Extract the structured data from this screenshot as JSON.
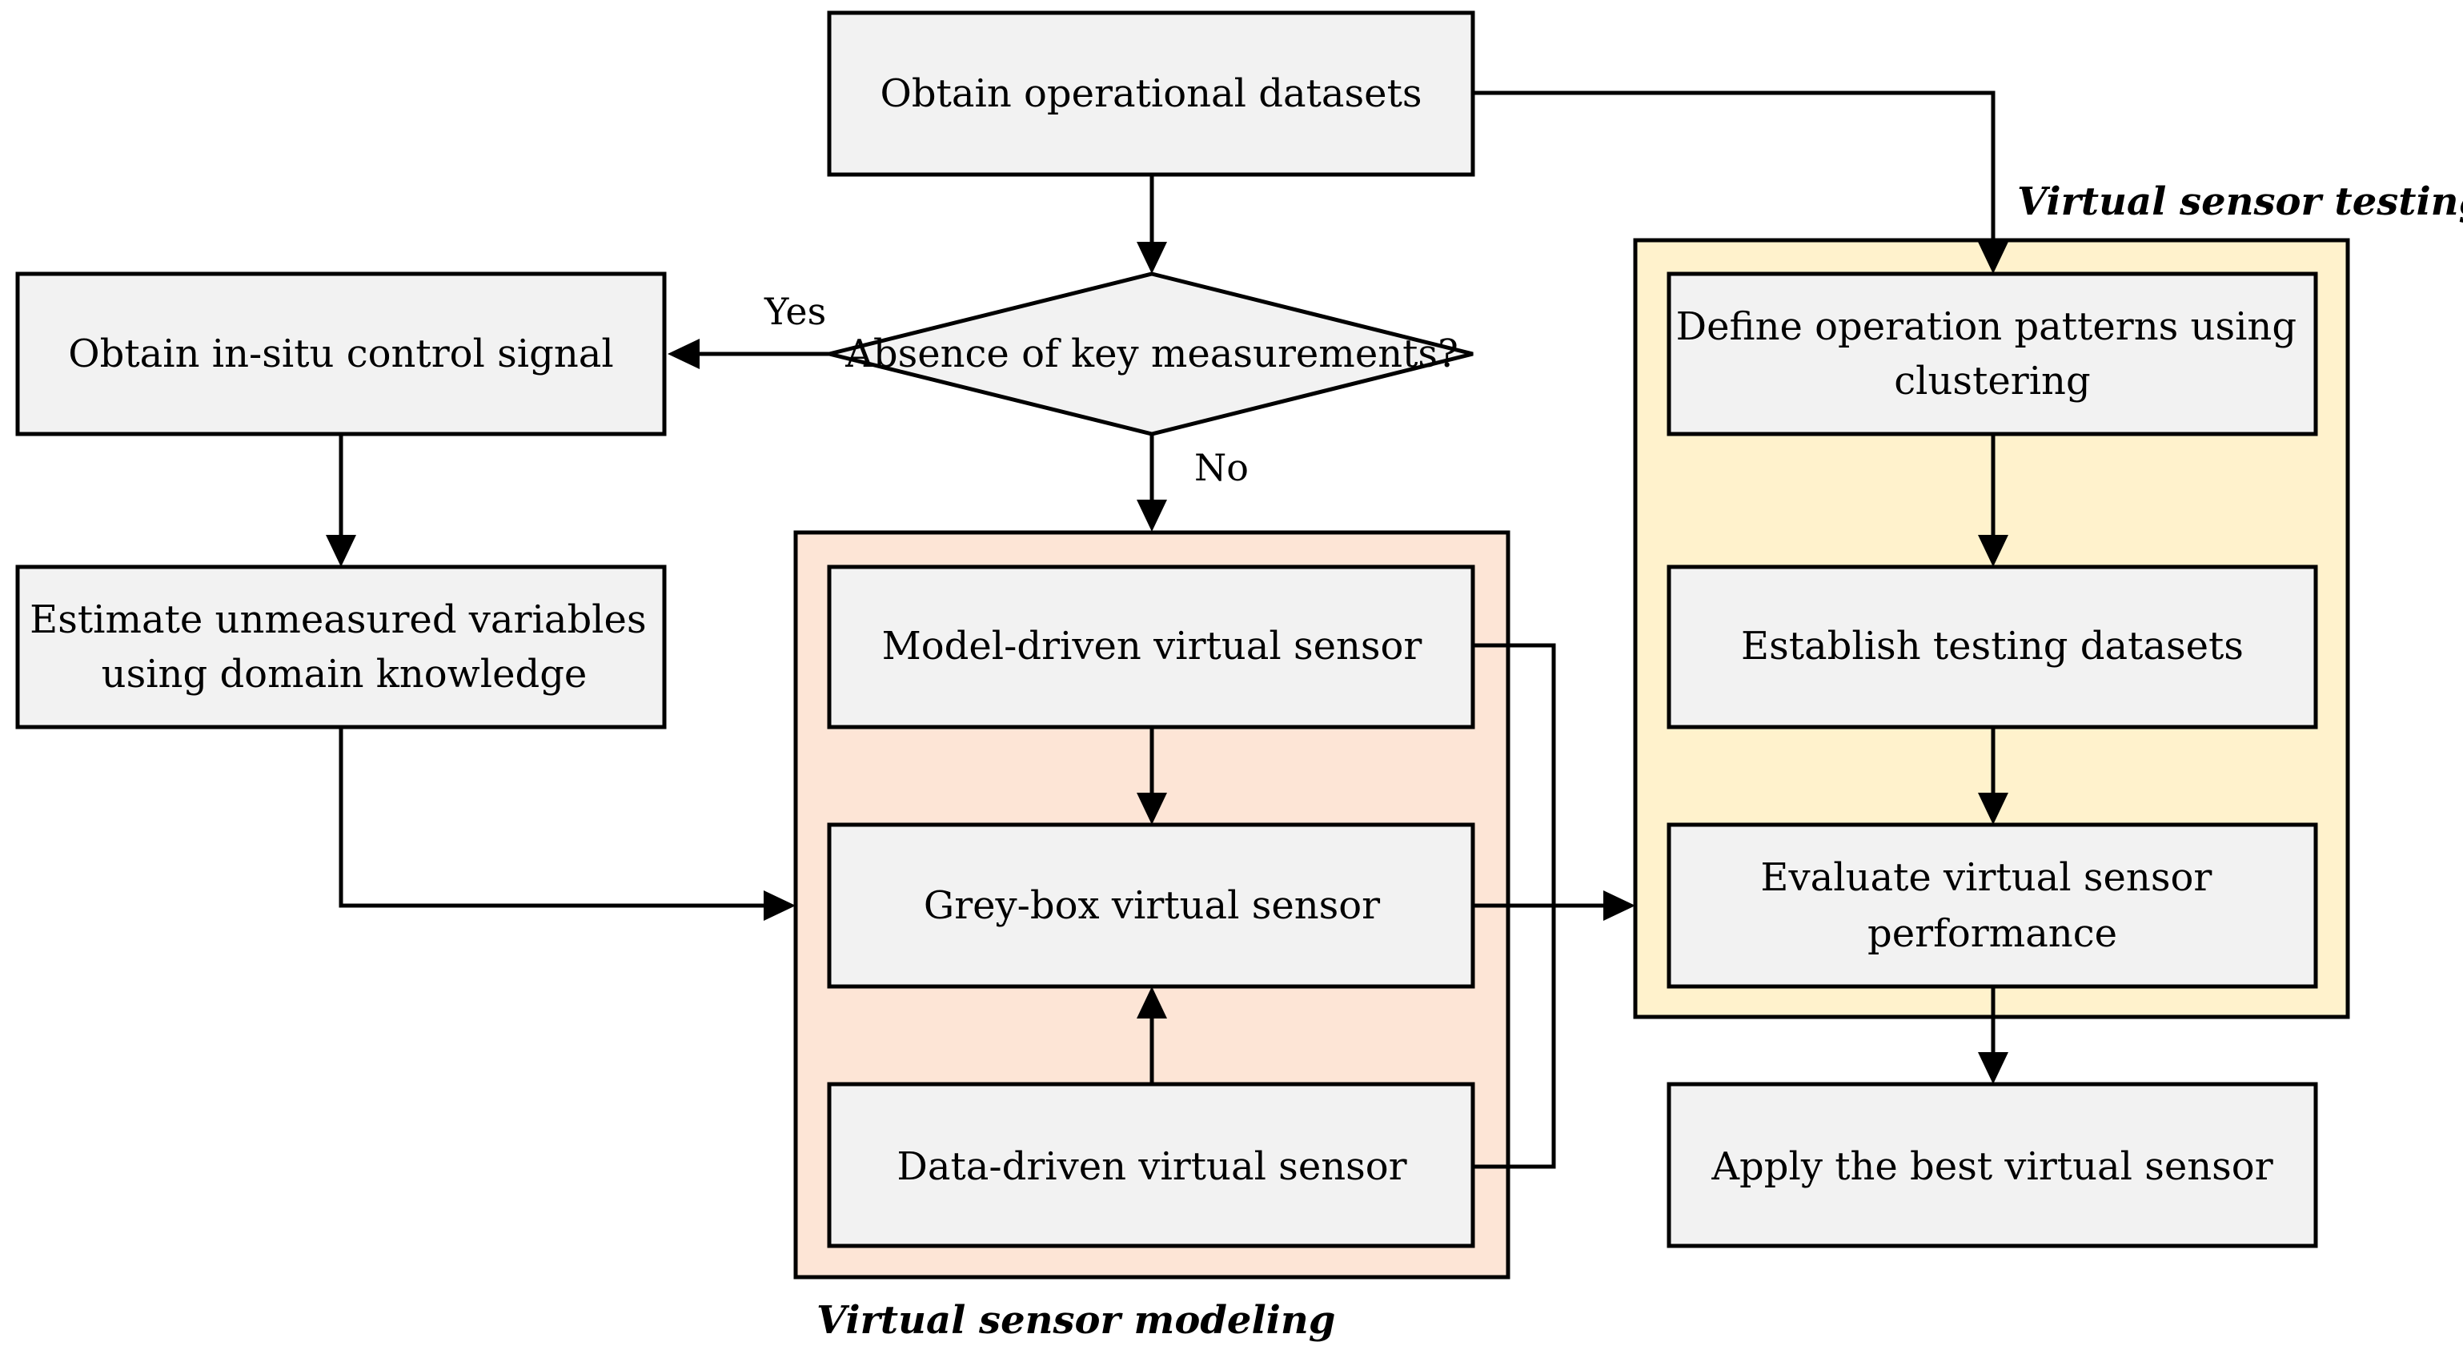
{
  "colors": {
    "box_fill": "#f2f2f2",
    "modeling_group_fill": "#fde5d6",
    "testing_group_fill": "#fff2cc",
    "stroke": "#000000"
  },
  "nodes": {
    "obtain_datasets": "Obtain operational datasets",
    "decision": "Absence of key measurements?",
    "obtain_control_signal": "Obtain in-situ control signal",
    "estimate_variables_line1": "Estimate unmeasured variables",
    "estimate_variables_line2": "using domain knowledge",
    "model_driven": "Model-driven virtual sensor",
    "grey_box": "Grey-box virtual sensor",
    "data_driven": "Data-driven virtual sensor",
    "define_patterns_line1": "Define operation patterns using",
    "define_patterns_line2": "clustering",
    "establish_datasets": "Establish testing datasets",
    "evaluate_line1": "Evaluate virtual sensor",
    "evaluate_line2": "performance",
    "apply_best": "Apply the best virtual sensor"
  },
  "edge_labels": {
    "yes": "Yes",
    "no": "No"
  },
  "groups": {
    "modeling_title": "Virtual sensor modeling",
    "testing_title": "Virtual sensor testing"
  }
}
